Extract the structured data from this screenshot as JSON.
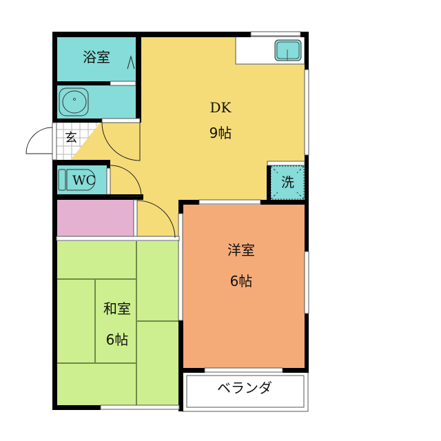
{
  "floorplan": {
    "rooms": [
      {
        "id": "bath",
        "name": "浴室",
        "size": "",
        "color": "#86dcd8"
      },
      {
        "id": "washroom",
        "name": "",
        "size": "",
        "color": "#86dcd8"
      },
      {
        "id": "entrance",
        "name": "玄",
        "size": "",
        "color": "#ffffff"
      },
      {
        "id": "dk",
        "name": "DK",
        "size": "9帖",
        "color": "#f5dc78"
      },
      {
        "id": "wc",
        "name": "WC",
        "size": "",
        "color": "#86dcd8"
      },
      {
        "id": "closet",
        "name": "",
        "size": "",
        "color": "#e4b2d0"
      },
      {
        "id": "washer",
        "name": "洗",
        "size": "",
        "color": "#86dcd8"
      },
      {
        "id": "western",
        "name": "洋室",
        "size": "6帖",
        "color": "#f5ab78"
      },
      {
        "id": "japanese",
        "name": "和室",
        "size": "6帖",
        "color": "#cdef8f"
      },
      {
        "id": "veranda",
        "name": "ベランダ",
        "size": "",
        "color": "#ffffff"
      }
    ],
    "colors": {
      "wall": "#000000",
      "tatami_line": "#6f8a48",
      "kitchen_counter": "#ffffff",
      "sink": "#86dcd8"
    }
  }
}
